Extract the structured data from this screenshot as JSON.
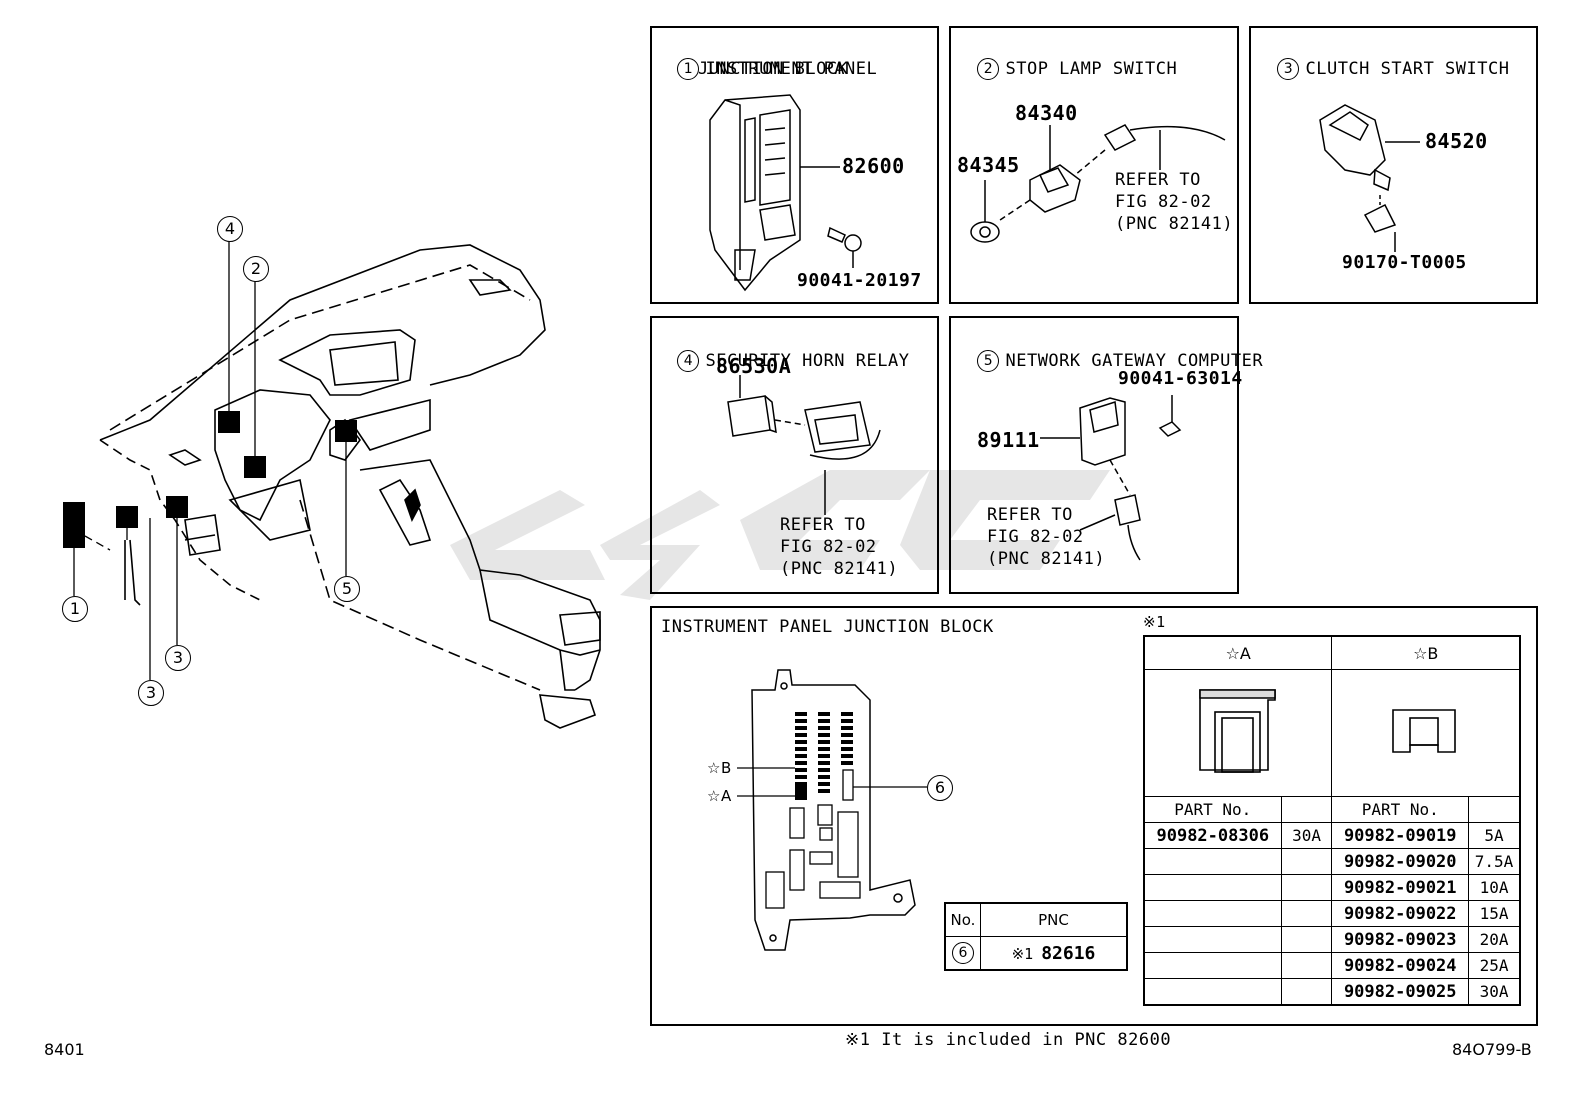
{
  "panels": {
    "p1": {
      "num": "1",
      "title_line1": "INSTRUMENT PANEL",
      "title_line2": "JUNCTION BLOCK",
      "part_main": "82600",
      "part_screw": "90041-20197"
    },
    "p2": {
      "num": "2",
      "title": "STOP LAMP SWITCH",
      "part_a": "84340",
      "part_b": "84345",
      "refer": "REFER TO\nFIG 82-02\n(PNC 82141)"
    },
    "p3": {
      "num": "3",
      "title": "CLUTCH START SWITCH",
      "part_a": "84520",
      "part_b": "90170-T0005"
    },
    "p4": {
      "num": "4",
      "title": "SECURITY HORN RELAY",
      "part_a": "86530A",
      "refer": "REFER TO\nFIG 82-02\n(PNC 82141)"
    },
    "p5": {
      "num": "5",
      "title": "NETWORK GATEWAY COMPUTER",
      "part_a": "90041-63014",
      "part_b": "89111",
      "refer": "REFER TO\nFIG 82-02\n(PNC 82141)"
    }
  },
  "junction": {
    "title": "INSTRUMENT PANEL JUNCTION BLOCK",
    "note_mark": "※1",
    "star_a": "☆A",
    "star_b": "☆B",
    "callout6": "6",
    "table_header_a": "☆A",
    "table_header_b": "☆B",
    "part_no_label": "PART No.",
    "fuses_a": [
      {
        "part": "90982-08306",
        "amp": "30A"
      }
    ],
    "fuses_b": [
      {
        "part": "90982-09019",
        "amp": "5A"
      },
      {
        "part": "90982-09020",
        "amp": "7.5A"
      },
      {
        "part": "90982-09021",
        "amp": "10A"
      },
      {
        "part": "90982-09022",
        "amp": "15A"
      },
      {
        "part": "90982-09023",
        "amp": "20A"
      },
      {
        "part": "90982-09024",
        "amp": "25A"
      },
      {
        "part": "90982-09025",
        "amp": "30A"
      }
    ],
    "pnc_table": {
      "col_no": "No.",
      "col_pnc": "PNC",
      "row_no": "6",
      "row_mark": "※1",
      "row_pnc": "82616"
    }
  },
  "dash_callouts": {
    "c1": "1",
    "c2": "2",
    "c3a": "3",
    "c3b": "3",
    "c4": "4",
    "c5": "5"
  },
  "footer": {
    "left": "8401",
    "right": "84O799-B",
    "note": "※1 It is included in PNC 82600"
  }
}
